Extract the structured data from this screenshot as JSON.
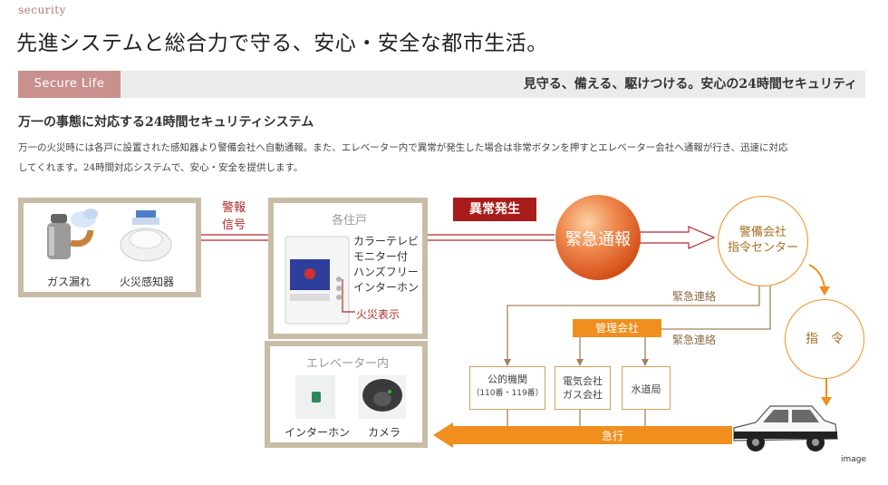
{
  "header": {
    "eyebrow": "security",
    "title": "先進システムと総合力で守る、安心・安全な都市生活。"
  },
  "band": {
    "tag": "Secure Life",
    "text": "見守る、備える、駆けつける。安心の24時間セキュリティ"
  },
  "section": {
    "subtitle": "万一の事態に対応する24時間セキュリティシステム",
    "description_line1": "万一の火災時には各戸に設置された感知器より警備会社へ自動通報。また、エレベーター内で異常が発生した場合は非常ボタンを押すとエレベーター会社へ通報が行き、迅速に対応",
    "description_line2": "してくれます。24時間対応システムで、安心・安全を提供します。"
  },
  "diagram": {
    "sensors": {
      "gas": "ガス漏れ",
      "fire": "火災感知器"
    },
    "alarm_signal": [
      "警報",
      "信号"
    ],
    "dwelling": {
      "title": "各住戸",
      "intercom_desc": [
        "カラーテレビ",
        "モニター付",
        "ハンズフリー",
        "インターホン"
      ],
      "fire_display": "火災表示"
    },
    "elevator": {
      "title": "エレベーター内",
      "intercom": "インターホン",
      "camera": "カメラ"
    },
    "abnormal": "異常発生",
    "emergency_report": "緊急通報",
    "security_company": [
      "警備会社",
      "指令センター"
    ],
    "command": "指　令",
    "emergency_contact_1": "緊急連絡",
    "emergency_contact_2": "緊急連絡",
    "management_company": "管理会社",
    "public_agency": [
      "公的機関",
      "（110番・119番）"
    ],
    "utility": [
      "電気会社",
      "ガス会社"
    ],
    "water": "水道局",
    "rush": "急行",
    "image_note": "image"
  },
  "colors": {
    "accent_pink": "#c8918d",
    "frame_beige": "#c9bca6",
    "alert_red": "#a91c1c",
    "flow_orange": "#f08f1e",
    "line_tan": "#cfa15a"
  }
}
